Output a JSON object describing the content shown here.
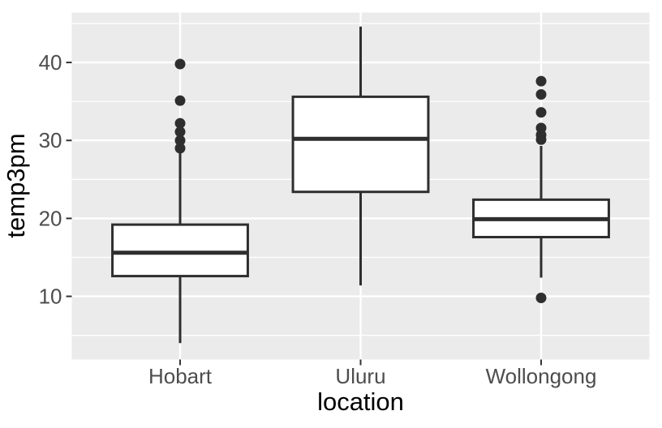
{
  "figure": {
    "background": "#FFFFFF"
  },
  "chart_data": {
    "type": "boxplot",
    "title": "",
    "xlabel": "location",
    "ylabel": "temp3pm",
    "categories": [
      "Hobart",
      "Uluru",
      "Wollongong"
    ],
    "series": [
      {
        "name": "Hobart",
        "whisker_low": 4.0,
        "q1": 12.6,
        "median": 15.6,
        "q3": 19.2,
        "whisker_high": 28.8,
        "outliers": [
          29.0,
          30.0,
          31.1,
          32.2,
          35.1,
          39.8
        ]
      },
      {
        "name": "Uluru",
        "whisker_low": 11.4,
        "q1": 23.4,
        "median": 30.2,
        "q3": 35.6,
        "whisker_high": 44.6,
        "outliers": []
      },
      {
        "name": "Wollongong",
        "whisker_low": 12.4,
        "q1": 17.6,
        "median": 19.9,
        "q3": 22.4,
        "whisker_high": 29.3,
        "outliers": [
          9.8,
          30.1,
          30.7,
          31.6,
          33.6,
          35.9,
          37.6
        ]
      }
    ],
    "y_ticks": [
      10,
      20,
      30,
      40
    ],
    "y_minor_ticks": [
      5,
      15,
      25,
      35,
      45
    ],
    "ylim": [
      1.9,
      46.4
    ],
    "grid": "horizontal major+minor, vertical major at categories",
    "legend": "none",
    "colors": {
      "panel_background": "#EBEBEB",
      "gridline": "#FFFFFF",
      "box_stroke": "#2E2E2E",
      "box_fill": "#FFFFFF",
      "median": "#2E2E2E",
      "outlier": "#2E2E2E",
      "tick_mark": "#333333",
      "tick_label": "#4D4D4D",
      "axis_title": "#000000"
    }
  }
}
